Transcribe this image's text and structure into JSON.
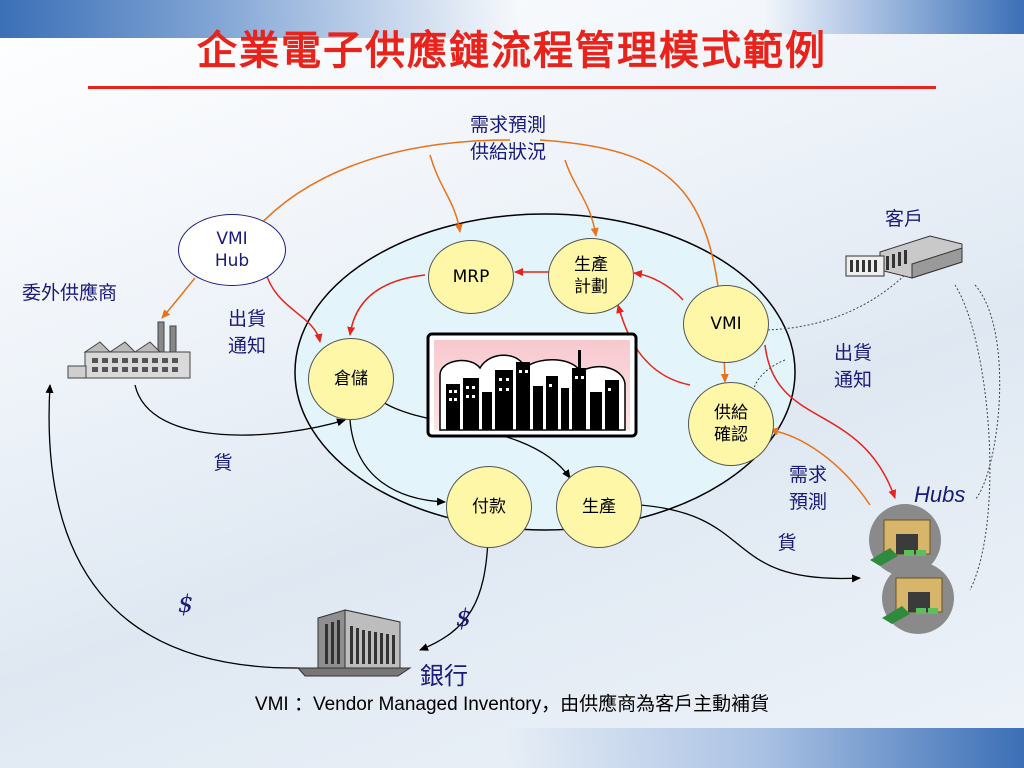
{
  "title": "企業電子供應鏈流程管理模式範例",
  "labels": {
    "forecast_top_1": "需求預測",
    "forecast_top_2": "供給狀況",
    "outsource": "委外供應商",
    "customer": "客戶",
    "ship_notice_left_1": "出貨",
    "ship_notice_left_2": "通知",
    "ship_notice_right_1": "出貨",
    "ship_notice_right_2": "通知",
    "goods_left": "貨",
    "goods_right": "貨",
    "forecast_right_1": "需求",
    "forecast_right_2": "預測",
    "dollar_left": "$",
    "dollar_bottom": "$",
    "bank": "銀行",
    "hubs": "Hubs"
  },
  "nodes": {
    "vmi_hub_1": "VMI",
    "vmi_hub_2": "Hub",
    "mrp": "MRP",
    "production_plan_1": "生產",
    "production_plan_2": "計劃",
    "vmi": "VMI",
    "warehouse": "倉儲",
    "supply_confirm_1": "供給",
    "supply_confirm_2": "確認",
    "payment": "付款",
    "production": "生產"
  },
  "footer": "VMI ：Vendor Managed Inventory，由供應商為客戶主動補貨",
  "colors": {
    "title": "#e8231b",
    "node_fill": "#fff7a8",
    "ellipse_fill": "#e3f4fa",
    "arrow_orange": "#e8731b",
    "arrow_red": "#e8231b",
    "text_blue": "#1a1a7a"
  }
}
